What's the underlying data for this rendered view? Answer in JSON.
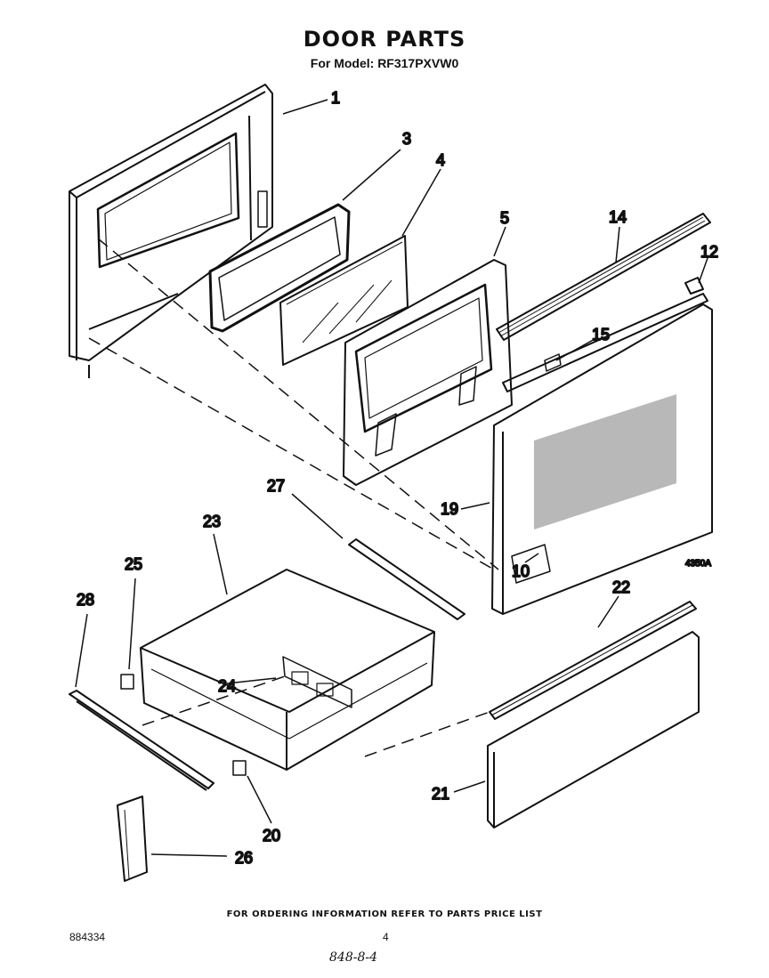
{
  "title": "DOOR PARTS",
  "subtitle": "For Model: RF317PXVW0",
  "figure_code": "4350A",
  "footer_note": "FOR ORDERING INFORMATION REFER TO PARTS PRICE LIST",
  "catalog_number": "884334",
  "page_number": "4",
  "handwritten_note": "848-8-4",
  "callouts": {
    "c1": "1",
    "c3": "3",
    "c4": "4",
    "c5": "5",
    "c14": "14",
    "c12": "12",
    "c15": "15",
    "c19": "19",
    "c10": "10",
    "c27": "27",
    "c23": "23",
    "c25": "25",
    "c28": "28",
    "c24": "24",
    "c22": "22",
    "c20": "20",
    "c21": "21",
    "c26": "26"
  }
}
